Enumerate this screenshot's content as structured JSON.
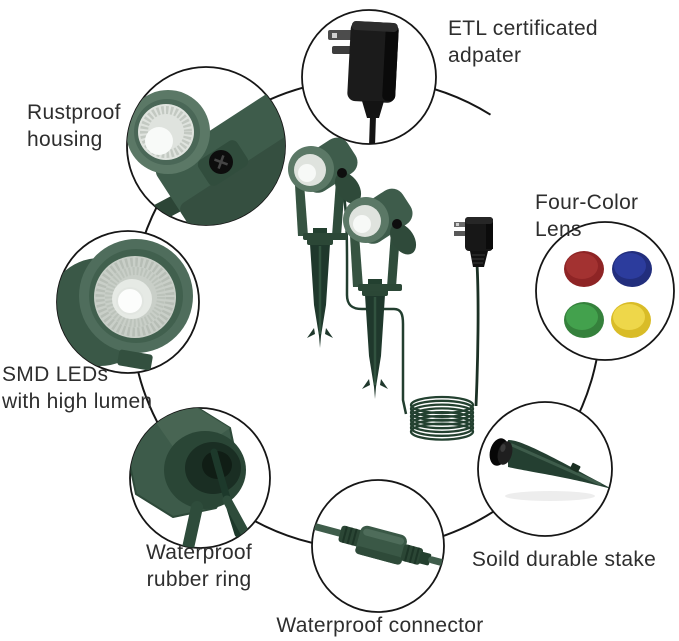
{
  "title": "Garden spotlight feature diagram",
  "product": {
    "description": "Two green LED garden spotlights on ground stakes with power adapter and coiled cable"
  },
  "style": {
    "line_color": "#161616",
    "text_color": "#2e2e2e",
    "green_dark": "#22382c",
    "green_mid": "#3e5c4b",
    "green_light": "#5b7866",
    "background": "#ffffff"
  },
  "callouts": {
    "adapter": {
      "label": "ETL certificated\nadpater",
      "icon": "power-adapter-icon"
    },
    "housing": {
      "label": "Rustproof\nhousing",
      "icon": "spotlight-head-icon"
    },
    "leds": {
      "label": "SMD LEDs\nwith high lumen",
      "icon": "led-lens-closeup-icon"
    },
    "lens": {
      "label": "Four-Color Lens",
      "icon": "four-color-lenses-icon",
      "colors": {
        "red": "#8e2425",
        "blue": "#222e7d",
        "green": "#35813c",
        "yellow": "#d9bc27"
      }
    },
    "rubber_ring": {
      "label": "Waterproof\nrubber ring",
      "icon": "housing-rear-cap-icon"
    },
    "connector": {
      "label": "Waterproof connector",
      "icon": "cable-connector-icon"
    },
    "stake": {
      "label": "Soild durable stake",
      "icon": "ground-stake-icon"
    }
  }
}
